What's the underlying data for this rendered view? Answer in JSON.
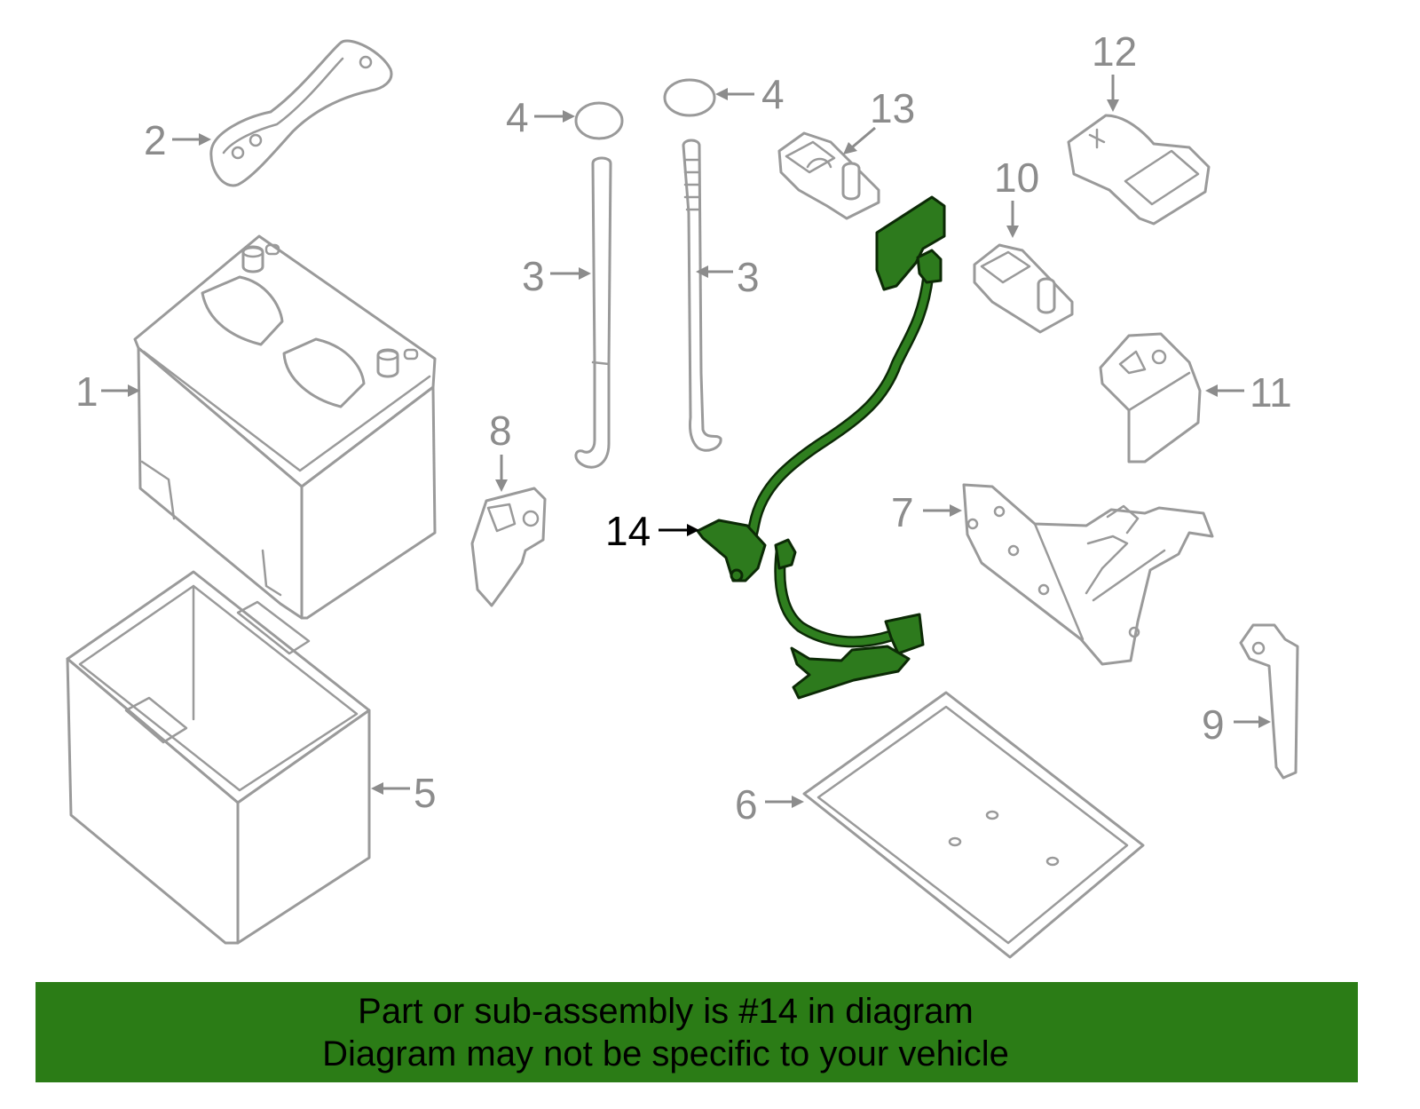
{
  "callouts": {
    "c1": "1",
    "c2": "2",
    "c3a": "3",
    "c3b": "3",
    "c4a": "4",
    "c4b": "4",
    "c5": "5",
    "c6": "6",
    "c7": "7",
    "c8": "8",
    "c9": "9",
    "c10": "10",
    "c11": "11",
    "c12": "12",
    "c13": "13",
    "c14": "14"
  },
  "highlight": {
    "part_number": "14",
    "color": "#2b7c16"
  },
  "banner": {
    "line1": "Part or sub-assembly is #14 in diagram",
    "line2": "Diagram may not be specific to your vehicle",
    "color": "#2b7c16"
  }
}
